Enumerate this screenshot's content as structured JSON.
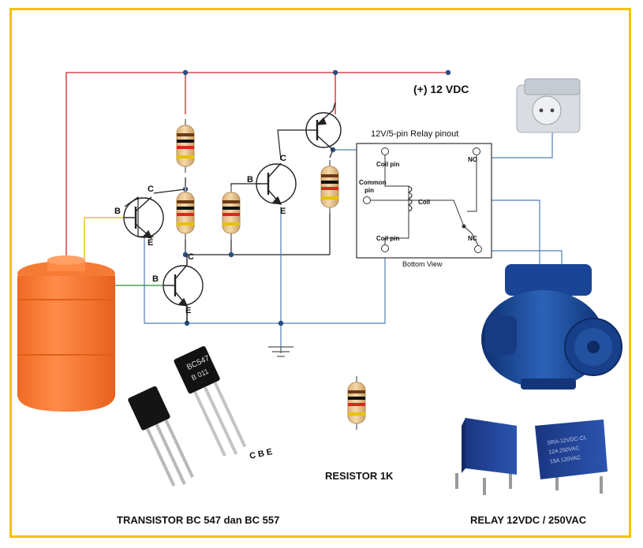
{
  "supply_label": "(+) 12 VDC",
  "relay_pinout": {
    "title": "12V/5-pin Relay pinout",
    "coil_pin_top": "Coil pin",
    "common_pin_1": "Common",
    "common_pin_2": "pin",
    "coil": "Coil",
    "coil_pin_bottom": "Coil pin",
    "no": "NO",
    "nc": "NC",
    "view": "Bottom View"
  },
  "transistor_terminals": {
    "collector": "C",
    "base": "B",
    "emitter": "E"
  },
  "component_text": {
    "part_number": "BC547",
    "code": "B 011",
    "legs": "C B E"
  },
  "captions": {
    "transistor": "TRANSISTOR BC 547 dan BC 557",
    "resistor": "RESISTOR 1K",
    "relay": "RELAY 12VDC / 250VAC"
  },
  "colors": {
    "frame": "#f2c200",
    "wire_red": "#d6212a",
    "wire_black": "#222222",
    "wire_blue": "#4f7fb5",
    "wire_yellow": "#e3b800",
    "wire_green": "#2e8b3a",
    "tank": "#ff7a33",
    "pump": "#1d4f9e",
    "relay_body": "#1f3f8f"
  },
  "icons": [
    "water-tank-icon",
    "wall-socket-icon",
    "water-pump-icon",
    "resistor-icon",
    "transistor-package-icon",
    "relay-package-icon",
    "ground-icon"
  ]
}
